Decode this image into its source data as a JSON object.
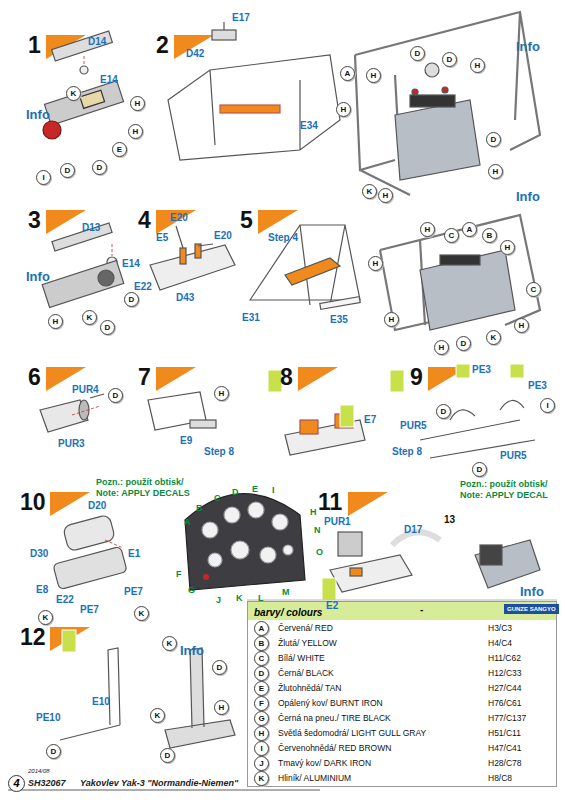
{
  "diagram": {
    "nodes": [
      {
        "text": [
          "barvy/ colours"
        ]
      }
    ],
    "labels": [
      "1",
      "D14",
      "E14",
      "Info",
      "K",
      "H",
      "D",
      "E",
      "I",
      "D",
      "H",
      "2",
      "E17",
      "D42",
      "E34",
      "Info",
      "A",
      "H",
      "H",
      "K",
      "H",
      "D",
      "D",
      "H",
      "D",
      "H",
      "3",
      "D13",
      "E14",
      "Info",
      "D",
      "H",
      "K",
      "D",
      "4",
      "E20",
      "E5",
      "E20",
      "E22",
      "D43",
      "5",
      "Step 4",
      "E31",
      "E35",
      "Info",
      "A",
      "H",
      "C",
      "B",
      "H",
      "H",
      "C",
      "H",
      "K",
      "H",
      "D",
      "H",
      "6",
      "PUR4",
      "D",
      "PUR3",
      "7",
      "H",
      "E9",
      "Step 8",
      "8",
      "E7",
      "9",
      "PE3",
      "PE3",
      "PUR5",
      "D",
      "I",
      "Step 8",
      "PUR5",
      "D",
      "10",
      "D20",
      "D30",
      "E1",
      "E8",
      "E22",
      "PE7",
      "PE7",
      "K",
      "K",
      "Pozn.: použít obtisk/",
      "Note: APPLY DECALS",
      "A",
      "B",
      "C",
      "D",
      "E",
      "I",
      "H",
      "N",
      "O",
      "M",
      "L",
      "K",
      "J",
      "G",
      "F",
      "11",
      "PUR1",
      "D17",
      "E2",
      "Pozn.: použít obtisk/",
      "Note: APPLY DECAL",
      "13",
      "Info",
      "12",
      "E10",
      "PE10",
      "D",
      "Info",
      "K",
      "D",
      "H",
      "K",
      "D",
      "4",
      "2014/08",
      "SH32067",
      "Yakovlev Yak-3 \"Normandie-Niemen\"",
      "GUNZE SANGYO",
      "-",
      "A",
      "Červená/ RED",
      "H3/C3",
      "B",
      "Žlutá/ YELLOW",
      "H4/C4",
      "C",
      "Bílá/ WHITE",
      "H11/C62",
      "D",
      "Černá/ BLACK",
      "H12/C33",
      "E",
      "Žlutohnědá/ TAN",
      "H27/C44",
      "F",
      "Opálený kov/ BURNT IRON",
      "H76/C61",
      "G",
      "Černá na pneu./ TIRE BLACK",
      "H77/C137",
      "H",
      "Světlá šedomodrá/ LIGHT GULL GRAY",
      "H51/C11",
      "I",
      "Červenohnědá/ RED BROWN",
      "H47/C41",
      "J",
      "Tmavý kov/ DARK IRON",
      "H28/C78",
      "K",
      "Hliník/ ALUMINIUM",
      "H8/C8"
    ]
  }
}
